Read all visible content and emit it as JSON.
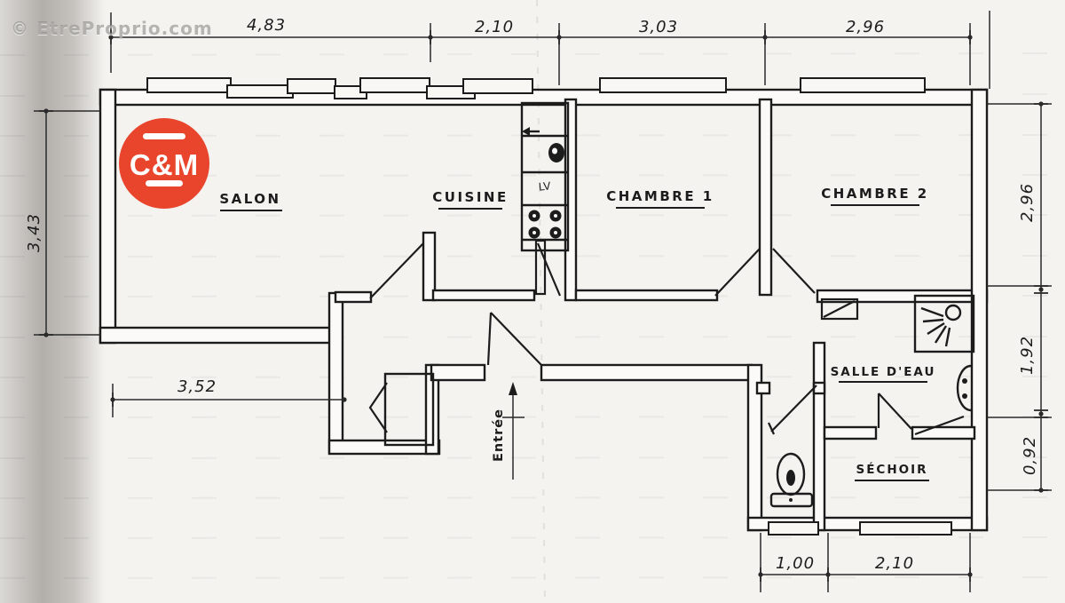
{
  "watermark": {
    "text": "© EtreProprio.com"
  },
  "logo": {
    "text": "C&M",
    "color": "#e8452c"
  },
  "rooms": {
    "salon": "SALON",
    "cuisine": "CUISINE",
    "chambre1": "CHAMBRE 1",
    "chambre2": "CHAMBRE 2",
    "salle_deau": "SALLE D'EAU",
    "sechoir": "SÉCHOIR",
    "entree": "Entrée",
    "lave_vaisselle": "LV"
  },
  "dimensions": {
    "top": [
      "4,83",
      "2,10",
      "3,03",
      "2,96"
    ],
    "left": [
      "3,43"
    ],
    "right": [
      "2,96",
      "1,92",
      "0,92"
    ],
    "bottom_left": [
      "3,52"
    ],
    "bottom_right": [
      "1,00",
      "2,10"
    ]
  }
}
